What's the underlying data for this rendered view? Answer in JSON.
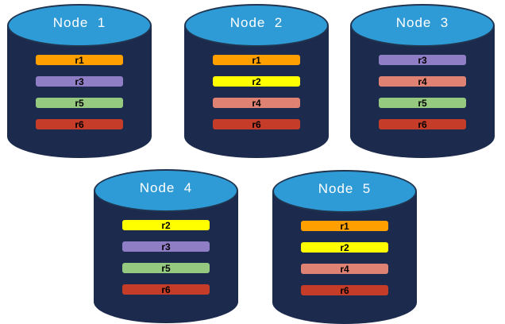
{
  "diagram": {
    "description": "Five database node cylinders showing replica placement",
    "node_title_prefix": "Node"
  },
  "colors": {
    "cylinder_body": "#1C2A4E",
    "cylinder_top": "#2E9AD6",
    "ellipse_border": "#1F3550",
    "bar_border": "#1C2A4E",
    "title_text": "#FFFFFF",
    "bar_text": "#000000",
    "replica_colors": {
      "r1": "#FFA000",
      "r2": "#FFFF00",
      "r3": "#8F7EC6",
      "r4": "#E08273",
      "r5": "#95C980",
      "r6": "#C53C28"
    }
  },
  "nodes": [
    {
      "label": "Node  1",
      "replicas": [
        "r1",
        "r3",
        "r5",
        "r6"
      ]
    },
    {
      "label": "Node  2",
      "replicas": [
        "r1",
        "r2",
        "r4",
        "r6"
      ]
    },
    {
      "label": "Node  3",
      "replicas": [
        "r3",
        "r4",
        "r5",
        "r6"
      ]
    },
    {
      "label": "Node  4",
      "replicas": [
        "r2",
        "r3",
        "r5",
        "r6"
      ]
    },
    {
      "label": "Node  5",
      "replicas": [
        "r1",
        "r2",
        "r4",
        "r6"
      ]
    }
  ]
}
